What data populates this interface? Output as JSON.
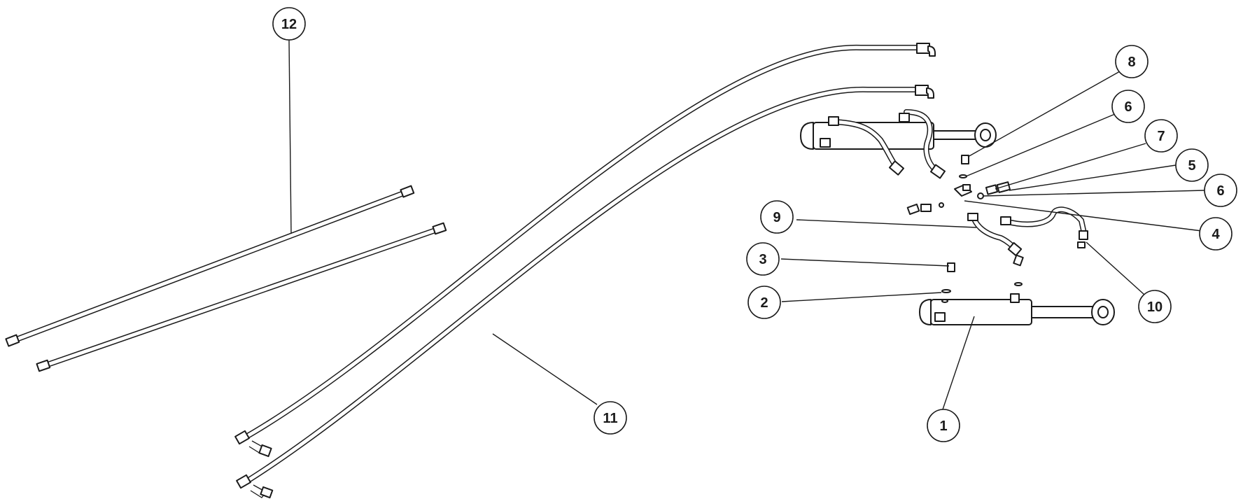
{
  "callouts": [
    {
      "id": "callout-1",
      "label": "1"
    },
    {
      "id": "callout-2",
      "label": "2"
    },
    {
      "id": "callout-3",
      "label": "3"
    },
    {
      "id": "callout-4",
      "label": "4"
    },
    {
      "id": "callout-5",
      "label": "5"
    },
    {
      "id": "callout-6-upper",
      "label": "6"
    },
    {
      "id": "callout-6-lower",
      "label": "6"
    },
    {
      "id": "callout-7",
      "label": "7"
    },
    {
      "id": "callout-8",
      "label": "8"
    },
    {
      "id": "callout-9",
      "label": "9"
    },
    {
      "id": "callout-10",
      "label": "10"
    },
    {
      "id": "callout-11",
      "label": "11"
    },
    {
      "id": "callout-12",
      "label": "12"
    }
  ]
}
